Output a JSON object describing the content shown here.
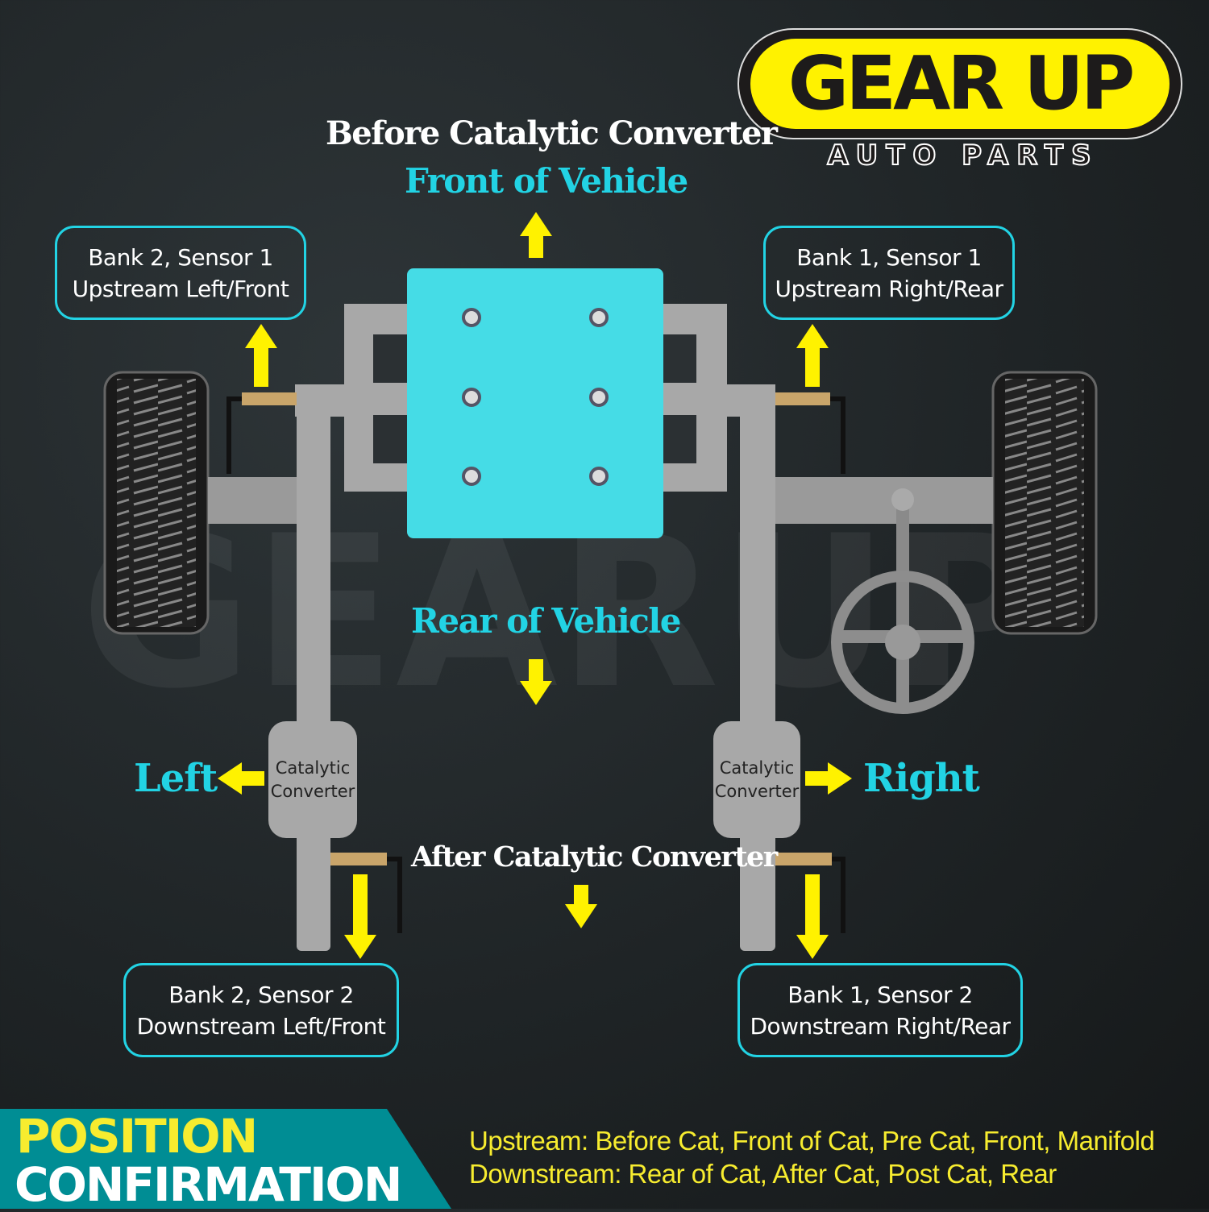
{
  "logo": {
    "brand": "GEAR UP",
    "sub": "AUTO PARTS",
    "colors": {
      "yellow": "#fff200",
      "black": "#1d1b1b"
    }
  },
  "headings": {
    "before_cat": "Before Catalytic Converter",
    "front": "Front of Vehicle",
    "rear": "Rear of Vehicle",
    "after_cat": "After Catalytic Converter",
    "left": "Left",
    "right": "Right"
  },
  "sensors": [
    {
      "line1": "Bank 2, Sensor 1",
      "line2": "Upstream Left/Front"
    },
    {
      "line1": "Bank 1, Sensor 1",
      "line2": "Upstream Right/Rear"
    },
    {
      "line1": "Bank 2, Sensor 2",
      "line2": "Downstream Left/Front"
    },
    {
      "line1": "Bank 1, Sensor 2",
      "line2": "Downstream Right/Rear"
    }
  ],
  "catalytic_converter": {
    "line1": "Catalytic",
    "line2": "Converter"
  },
  "footer": {
    "title_line1": "POSITION",
    "title_line2": "CONFIRMATION",
    "upstream": "Upstream: Before Cat, Front of Cat, Pre Cat, Front, Manifold",
    "downstream": "Downstream: Rear of Cat, After Cat, Post Cat, Rear"
  },
  "colors": {
    "accent_cyan": "#22d3e4",
    "arrow_yellow": "#fff200",
    "engine": "#45dce6",
    "pipe": "#a8a8a8",
    "band": "#008d94"
  }
}
